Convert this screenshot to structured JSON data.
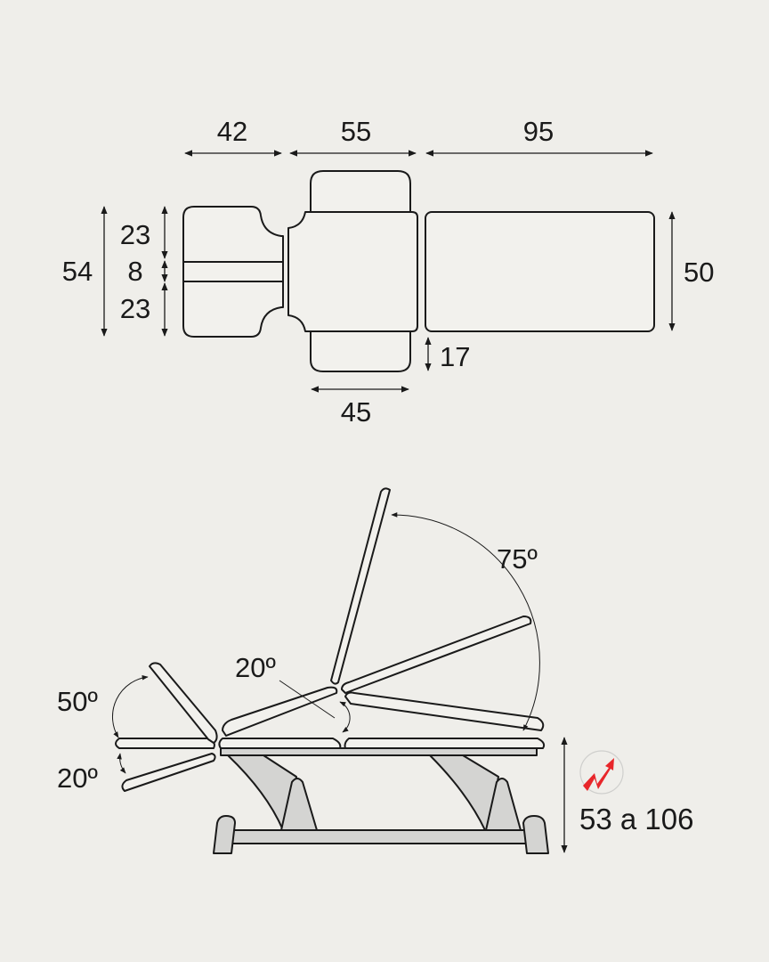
{
  "top_view": {
    "widths": {
      "head": "42",
      "middle": "55",
      "seat": "95",
      "armrest": "45"
    },
    "heights": {
      "total": "54",
      "head_upper": "23",
      "face_hole": "8",
      "head_lower": "23",
      "seat": "50",
      "armrest_depth": "17"
    }
  },
  "side_view": {
    "angles": {
      "backrest": "75º",
      "middle_section": "20º",
      "head_up": "50º",
      "head_down": "20º"
    },
    "height_range": "53 a 106",
    "height_icon": "electric-height-adjust-icon",
    "colors": {
      "icon_red": "#e8262a",
      "frame_gray": "#d4d4d2",
      "line": "#1a1a1a",
      "background": "#efeeea"
    }
  }
}
